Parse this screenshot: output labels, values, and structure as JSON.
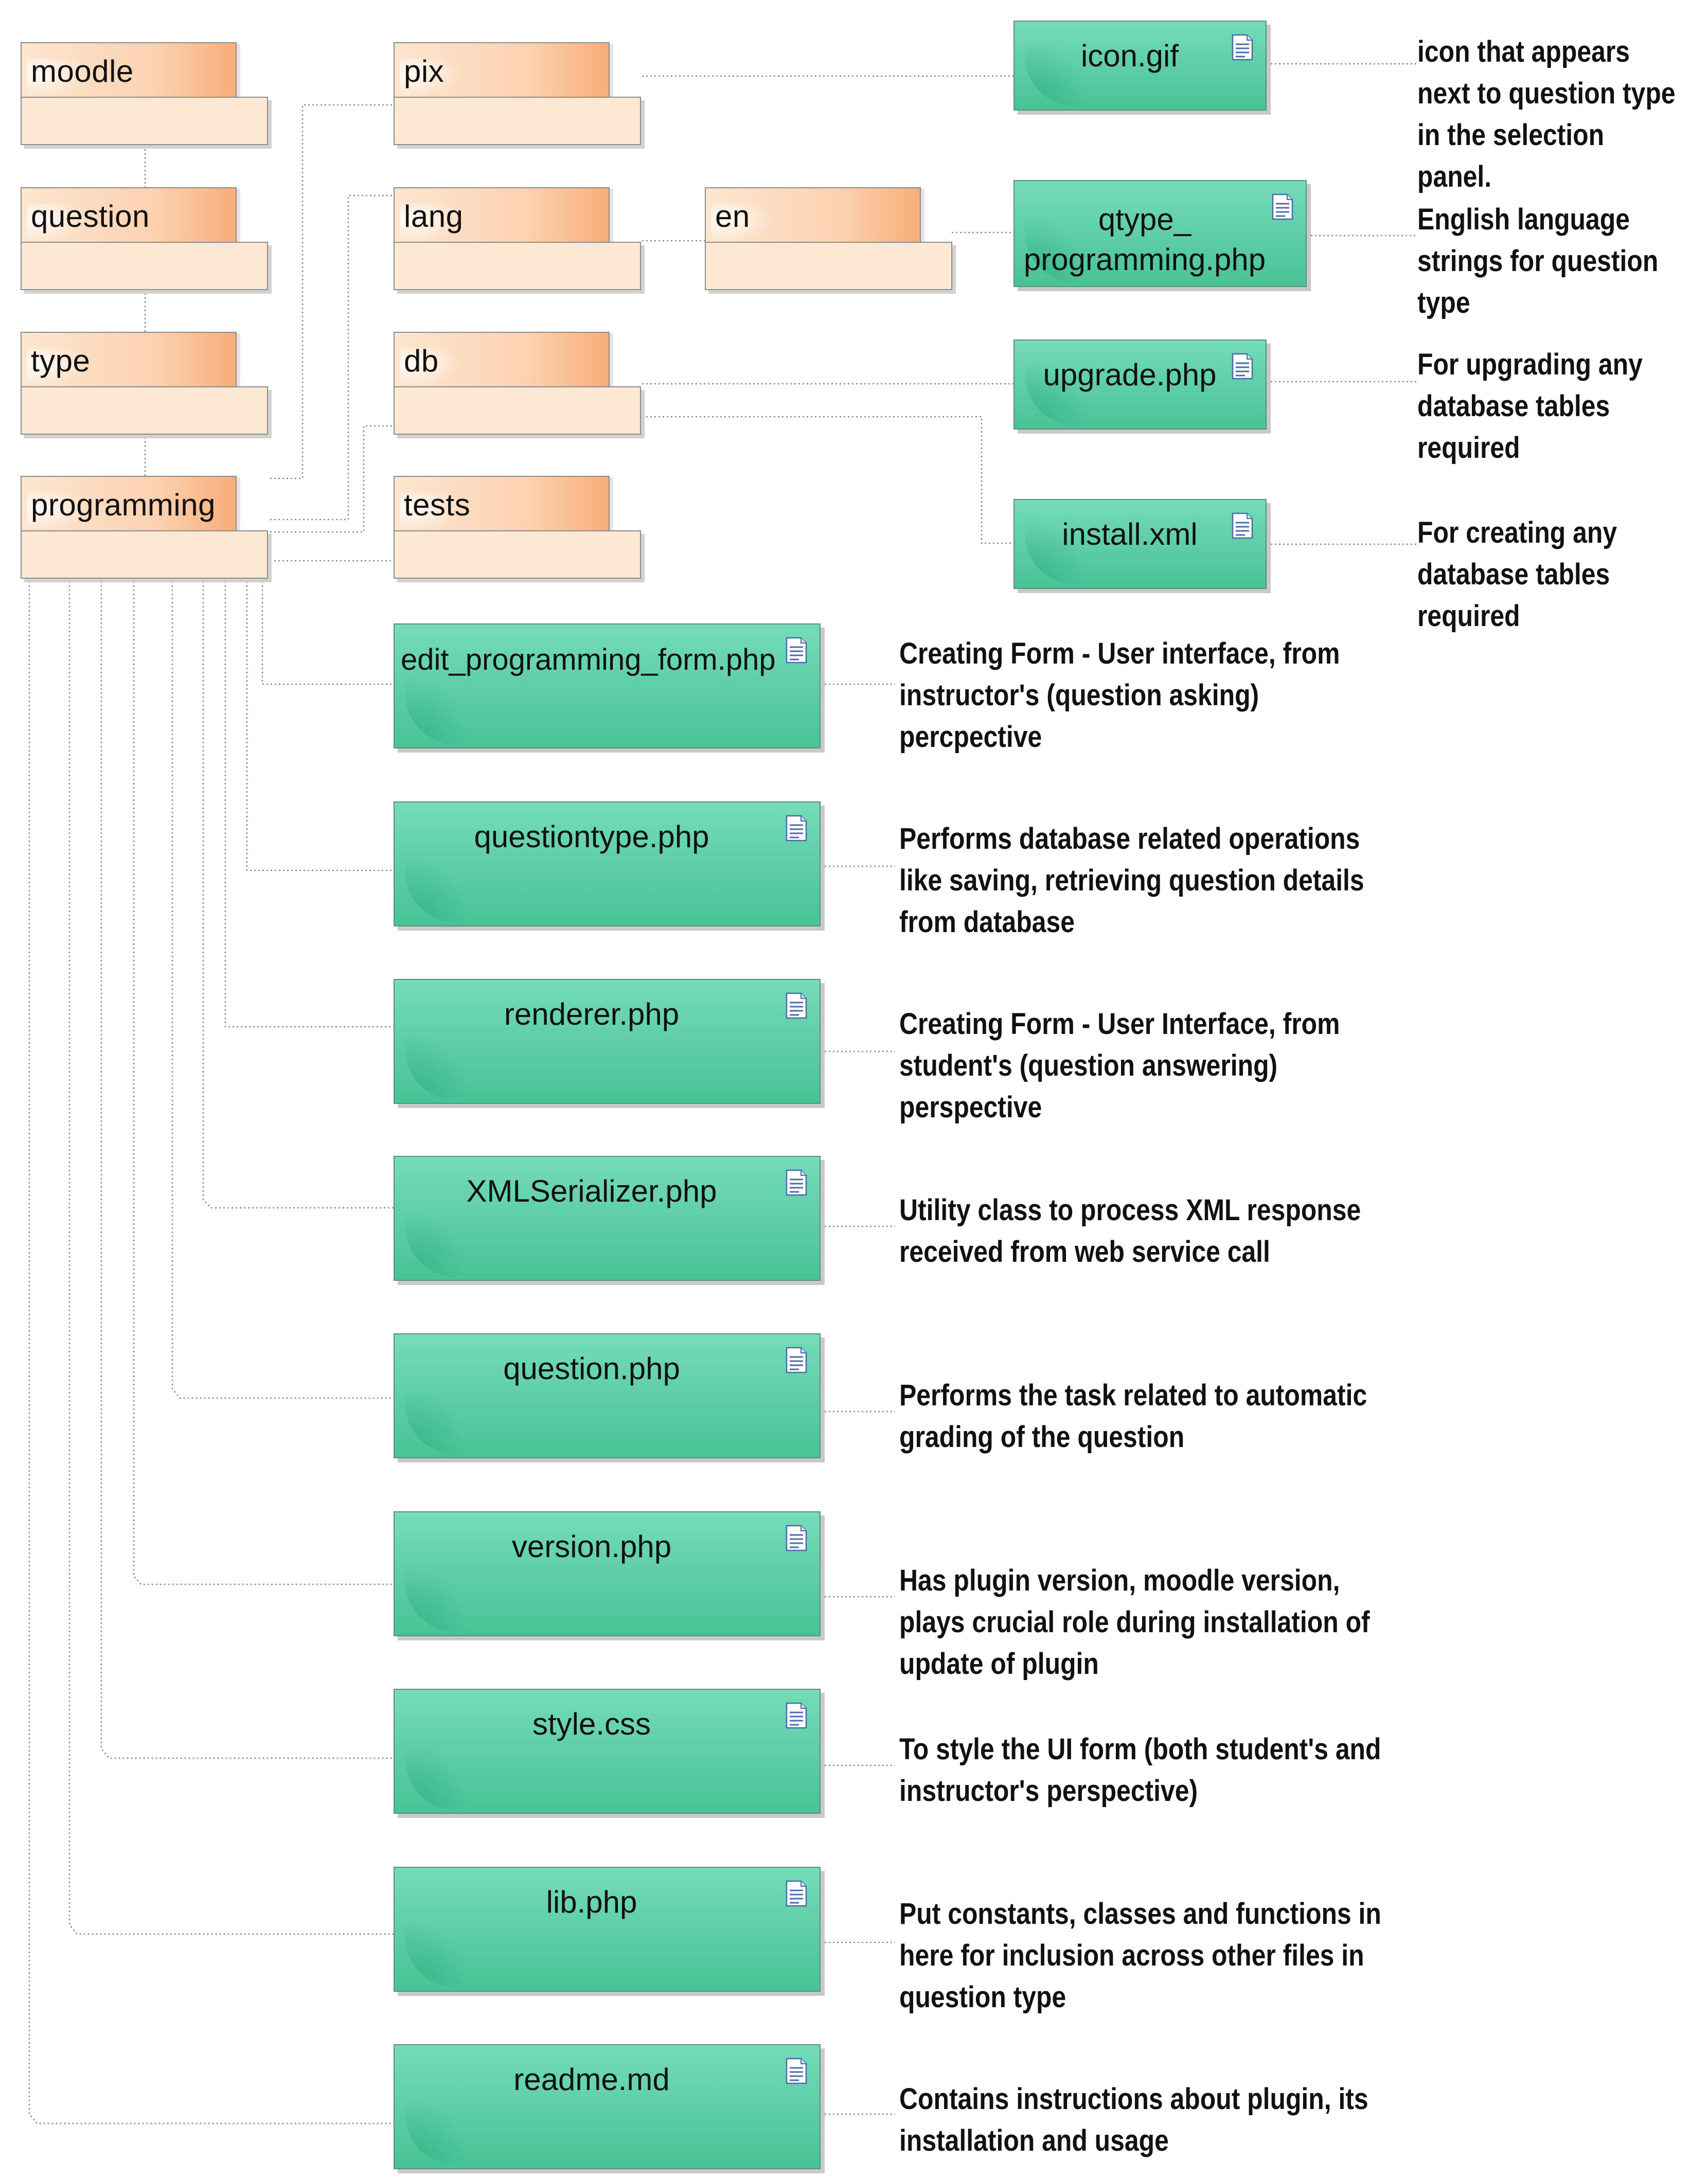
{
  "folders": {
    "moodle": "moodle",
    "question": "question",
    "type": "type",
    "programming": "programming",
    "pix": "pix",
    "lang": "lang",
    "db": "db",
    "tests": "tests",
    "en": "en"
  },
  "top_files": {
    "icon_gif": "icon.gif",
    "qtype_lines": [
      "qtype_",
      "programming.php"
    ],
    "upgrade_php": "upgrade.php",
    "install_xml": "install.xml"
  },
  "top_notes": {
    "icon_gif": [
      "icon that appears",
      "next to question type",
      "in the selection",
      "panel."
    ],
    "qtype": [
      "English language",
      "strings for question",
      "type"
    ],
    "upgrade": [
      "For upgrading any",
      "database tables",
      "required"
    ],
    "install": [
      "For creating any",
      "database tables",
      "required"
    ]
  },
  "files": [
    {
      "name": "edit_programming_form.php",
      "note": [
        "Creating Form - User interface, from",
        "instructor's (question asking)",
        "percpective"
      ]
    },
    {
      "name": "questiontype.php",
      "note": [
        "Performs database related operations",
        "like saving, retrieving question details",
        "from database"
      ]
    },
    {
      "name": "renderer.php",
      "note": [
        "Creating Form - User Interface, from",
        "student's (question answering)",
        "perspective"
      ]
    },
    {
      "name": "XMLSerializer.php",
      "note": [
        "Utility class to process XML response",
        "received from web service call"
      ]
    },
    {
      "name": "question.php",
      "note": [
        "Performs the task related to automatic",
        "grading of the question"
      ]
    },
    {
      "name": "version.php",
      "note": [
        "Has plugin version, moodle version,",
        "plays crucial role during installation of",
        "update of plugin"
      ]
    },
    {
      "name": "style.css",
      "note": [
        "To style the UI form (both student's and",
        "instructor's perspective)"
      ]
    },
    {
      "name": "lib.php",
      "note": [
        "Put constants, classes and functions in",
        "here for inclusion across other files in",
        "question type"
      ]
    },
    {
      "name": "readme.md",
      "note": [
        "Contains instructions about plugin, its",
        "installation and usage"
      ]
    }
  ]
}
